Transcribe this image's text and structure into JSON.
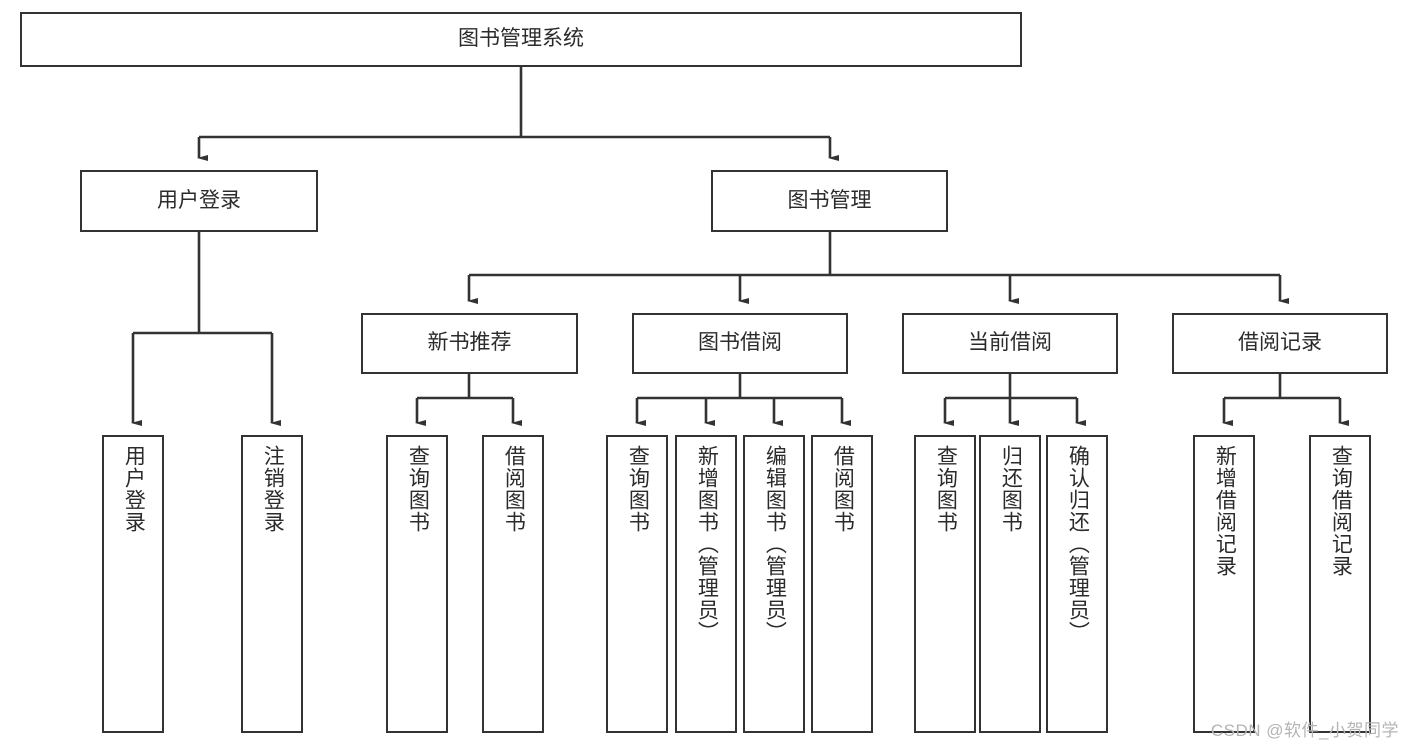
{
  "diagram": {
    "type": "tree-hierarchy",
    "title": "图书管理系统",
    "watermark": "CSDN @软件_小贺同学",
    "colors": {
      "node_border": "#333333",
      "node_fill": "#ffffff",
      "edge": "#333333",
      "text": "#2b2b2b",
      "watermark": "#b4b4b4"
    },
    "nodes": {
      "root": {
        "label": "图书管理系统",
        "level": 1,
        "orientation": "horizontal"
      },
      "l2": [
        {
          "id": "user-login",
          "label": "用户登录",
          "level": 2,
          "orientation": "horizontal"
        },
        {
          "id": "book-manage",
          "label": "图书管理",
          "level": 2,
          "orientation": "horizontal"
        }
      ],
      "l3": [
        {
          "id": "new-book-rec",
          "label": "新书推荐",
          "level": 3,
          "orientation": "horizontal"
        },
        {
          "id": "book-borrow",
          "label": "图书借阅",
          "level": 3,
          "orientation": "horizontal"
        },
        {
          "id": "current-borrow",
          "label": "当前借阅",
          "level": 3,
          "orientation": "horizontal"
        },
        {
          "id": "borrow-record",
          "label": "借阅记录",
          "level": 3,
          "orientation": "horizontal"
        }
      ],
      "leaves": [
        {
          "id": "leaf-user-login",
          "label": "用户登录",
          "parent": "user-login",
          "orientation": "vertical"
        },
        {
          "id": "leaf-user-logout",
          "label": "注销登录",
          "parent": "user-login",
          "orientation": "vertical"
        },
        {
          "id": "leaf-query-book-rec",
          "label": "查询图书",
          "parent": "new-book-rec",
          "orientation": "vertical"
        },
        {
          "id": "leaf-borrow-book-rec",
          "label": "借阅图书",
          "parent": "new-book-rec",
          "orientation": "vertical"
        },
        {
          "id": "leaf-query-book-borrow",
          "label": "查询图书",
          "parent": "book-borrow",
          "orientation": "vertical"
        },
        {
          "id": "leaf-add-book",
          "label": "新增图书（管理员）",
          "parent": "book-borrow",
          "orientation": "vertical"
        },
        {
          "id": "leaf-edit-book",
          "label": "编辑图书（管理员）",
          "parent": "book-borrow",
          "orientation": "vertical"
        },
        {
          "id": "leaf-borrow-book",
          "label": "借阅图书",
          "parent": "book-borrow",
          "orientation": "vertical"
        },
        {
          "id": "leaf-query-book-current",
          "label": "查询图书",
          "parent": "current-borrow",
          "orientation": "vertical"
        },
        {
          "id": "leaf-return-book",
          "label": "归还图书",
          "parent": "current-borrow",
          "orientation": "vertical"
        },
        {
          "id": "leaf-confirm-return",
          "label": "确认归还（管理员）",
          "parent": "current-borrow",
          "orientation": "vertical"
        },
        {
          "id": "leaf-add-record",
          "label": "新增借阅记录",
          "parent": "borrow-record",
          "orientation": "vertical"
        },
        {
          "id": "leaf-query-record",
          "label": "查询借阅记录",
          "parent": "borrow-record",
          "orientation": "vertical"
        }
      ]
    },
    "edges": [
      {
        "from": "图书管理系统",
        "to": "用户登录"
      },
      {
        "from": "图书管理系统",
        "to": "图书管理"
      },
      {
        "from": "用户登录",
        "to": "用户登录"
      },
      {
        "from": "用户登录",
        "to": "注销登录"
      },
      {
        "from": "图书管理",
        "to": "新书推荐"
      },
      {
        "from": "图书管理",
        "to": "图书借阅"
      },
      {
        "from": "图书管理",
        "to": "当前借阅"
      },
      {
        "from": "图书管理",
        "to": "借阅记录"
      },
      {
        "from": "新书推荐",
        "to": "查询图书"
      },
      {
        "from": "新书推荐",
        "to": "借阅图书"
      },
      {
        "from": "图书借阅",
        "to": "查询图书"
      },
      {
        "from": "图书借阅",
        "to": "新增图书（管理员）"
      },
      {
        "from": "图书借阅",
        "to": "编辑图书（管理员）"
      },
      {
        "from": "图书借阅",
        "to": "借阅图书"
      },
      {
        "from": "当前借阅",
        "to": "查询图书"
      },
      {
        "from": "当前借阅",
        "to": "归还图书"
      },
      {
        "from": "当前借阅",
        "to": "确认归还（管理员）"
      },
      {
        "from": "借阅记录",
        "to": "新增借阅记录"
      },
      {
        "from": "借阅记录",
        "to": "查询借阅记录"
      }
    ]
  }
}
